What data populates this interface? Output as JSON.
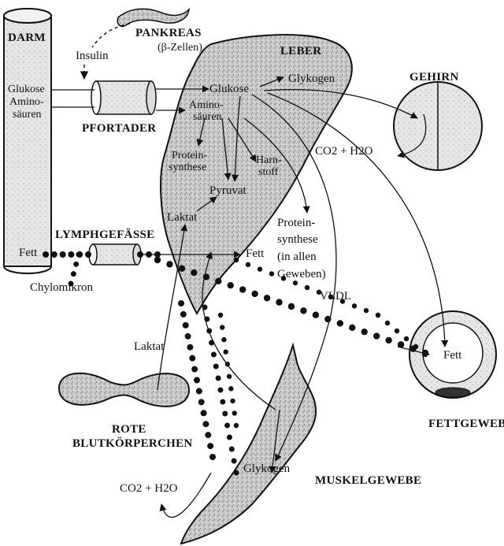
{
  "organs": {
    "darm": "DARM",
    "pankreas": "PANKREAS",
    "pankreas_cells": "(β-Zellen)",
    "leber": "LEBER",
    "gehirn": "GEHIRN",
    "pfortader": "PFORTADER",
    "lymphgefaesse": "LYMPHGEFÄSSE",
    "rote_line1": "ROTE",
    "rote_line2": "BLUTKÖRPERCHEN",
    "fettgewebe": "FETTGEWEBE",
    "muskelgewebe": "MUSKELGEWEBE"
  },
  "labels": {
    "insulin": "Insulin",
    "glukose_darm": "Glukose",
    "amino_darm_1": "Amino-",
    "amino_darm_2": "säuren",
    "glukose_leber": "Glukose",
    "glykogen_leber": "Glykogen",
    "amino_leber_1": "Amino-",
    "amino_leber_2": "säuren",
    "protein_leber_1": "Protein-",
    "protein_leber_2": "synthese",
    "harnstoff_1": "Harn-",
    "harnstoff_2": "stoff",
    "pyruvat": "Pyruvat",
    "laktat_leber": "Laktat",
    "fett_darm": "Fett",
    "fett_leber": "Fett",
    "chylomikron": "Chylomikron",
    "protein_all_1": "Protein-",
    "protein_all_2": "synthese",
    "protein_all_3": "(in allen",
    "protein_all_4": "Geweben)",
    "vldl": "VLDL",
    "co2_gehirn": "CO2 + H2O",
    "fett_gewebe": "Fett",
    "laktat_blut": "Laktat",
    "glykogen_muskel": "Glykogen",
    "co2_muskel": "CO2 + H2O"
  }
}
